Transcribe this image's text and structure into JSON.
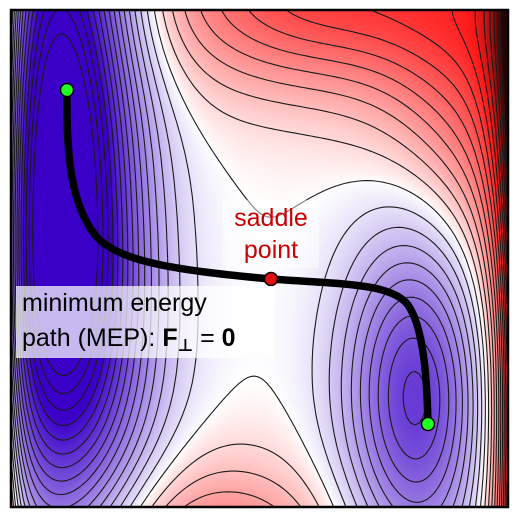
{
  "diagram": {
    "saddle_label_line1": "saddle",
    "saddle_label_line2": "point",
    "mep_label_line1": "minimum energy",
    "mep_label_prefix": "path (MEP): ",
    "mep_label_force": "F",
    "mep_label_subscript": "⊥",
    "mep_label_equals": " = ",
    "mep_label_zero": "0",
    "colors": {
      "low_energy": "#3a00c8",
      "high_energy": "#ff1a1a",
      "neutral": "#ffffff",
      "path": "#000000",
      "endpoint_marker": "#22ff22",
      "saddle_marker": "#e01010",
      "saddle_label": "#cc0000",
      "contour_line": "#1a1a1a",
      "frame": "#000000"
    }
  }
}
